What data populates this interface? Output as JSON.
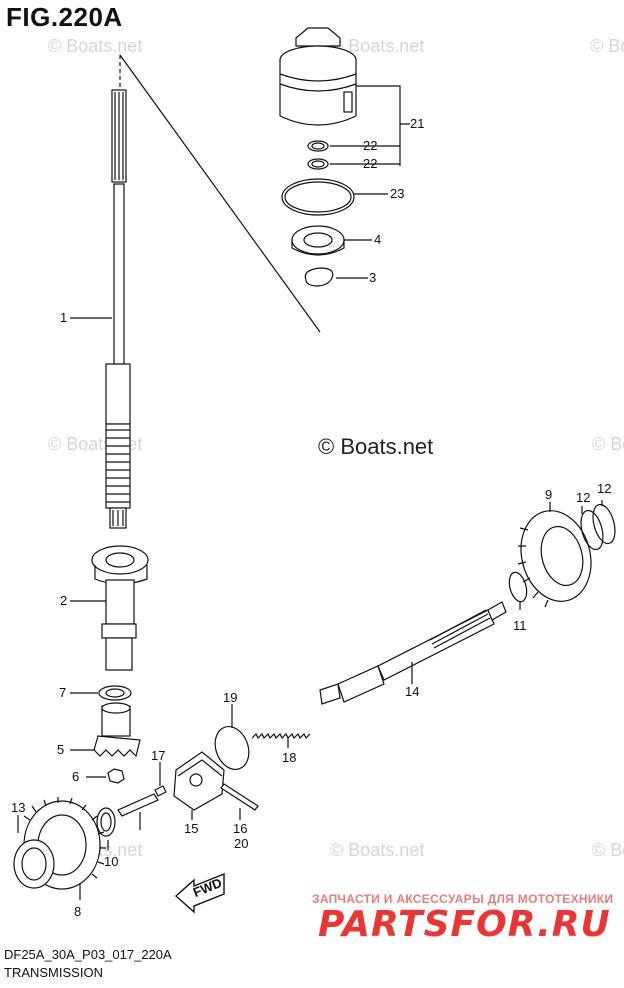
{
  "title": "FIG.220A",
  "watermark": "© Boats.net",
  "copyright": "© Boats.net",
  "footer": {
    "code": "DF25A_30A_P03_017_220A",
    "title": "TRANSMISSION"
  },
  "brand": {
    "subtitle": "ЗАПЧАСТИ И АКСЕССУАРЫ ДЛЯ МОТОТЕХНИКИ",
    "logo": "PARTSFOR.RU"
  },
  "fwd_label": "FWD",
  "callouts": [
    "1",
    "2",
    "3",
    "4",
    "5",
    "6",
    "7",
    "8",
    "9",
    "10",
    "11",
    "12",
    "12",
    "13",
    "14",
    "15",
    "16",
    "17",
    "18",
    "19",
    "20",
    "21",
    "22",
    "22",
    "23"
  ]
}
